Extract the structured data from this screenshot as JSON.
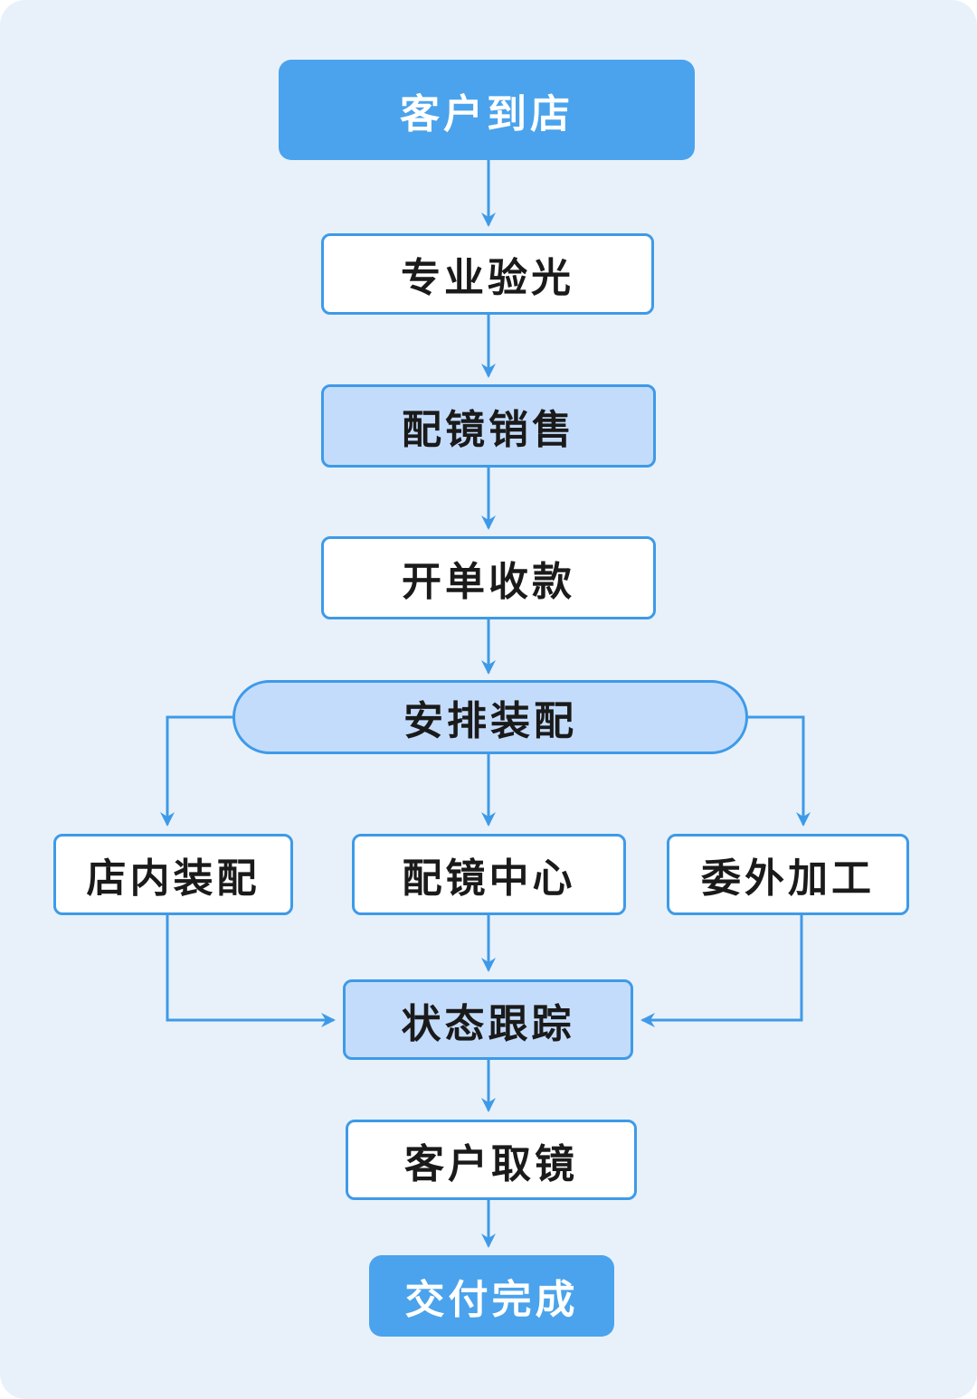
{
  "palette": {
    "canvas_bg": "#E8F1FA",
    "solid_node_fill": "#4AA3EC",
    "tint_node_fill": "#C4DCFB",
    "outline_node_fill": "#FFFFFF",
    "stroke_and_arrow": "#3E9AE8",
    "text_dark": "#1A1A1A",
    "text_light": "#FFFFFF"
  },
  "flow": {
    "nodes": [
      {
        "id": "customer-arrives",
        "label": "客户到店",
        "style": "solid"
      },
      {
        "id": "optometry",
        "label": "专业验光",
        "style": "outline"
      },
      {
        "id": "glasses-sales",
        "label": "配镜销售",
        "style": "tint"
      },
      {
        "id": "billing-payment",
        "label": "开单收款",
        "style": "outline"
      },
      {
        "id": "arrange-assembly",
        "label": "安排装配",
        "style": "pill"
      },
      {
        "id": "in-store-assembly",
        "label": "店内装配",
        "style": "outline"
      },
      {
        "id": "lens-center",
        "label": "配镜中心",
        "style": "outline"
      },
      {
        "id": "outsourced-work",
        "label": "委外加工",
        "style": "outline"
      },
      {
        "id": "status-tracking",
        "label": "状态跟踪",
        "style": "tint"
      },
      {
        "id": "customer-pickup",
        "label": "客户取镜",
        "style": "outline"
      },
      {
        "id": "delivery-complete",
        "label": "交付完成",
        "style": "solid"
      }
    ],
    "edges": [
      {
        "from": "customer-arrives",
        "to": "optometry"
      },
      {
        "from": "optometry",
        "to": "glasses-sales"
      },
      {
        "from": "glasses-sales",
        "to": "billing-payment"
      },
      {
        "from": "billing-payment",
        "to": "arrange-assembly"
      },
      {
        "from": "arrange-assembly",
        "to": "in-store-assembly"
      },
      {
        "from": "arrange-assembly",
        "to": "lens-center"
      },
      {
        "from": "arrange-assembly",
        "to": "outsourced-work"
      },
      {
        "from": "in-store-assembly",
        "to": "status-tracking"
      },
      {
        "from": "lens-center",
        "to": "status-tracking"
      },
      {
        "from": "outsourced-work",
        "to": "status-tracking"
      },
      {
        "from": "status-tracking",
        "to": "customer-pickup"
      },
      {
        "from": "customer-pickup",
        "to": "delivery-complete"
      }
    ]
  }
}
